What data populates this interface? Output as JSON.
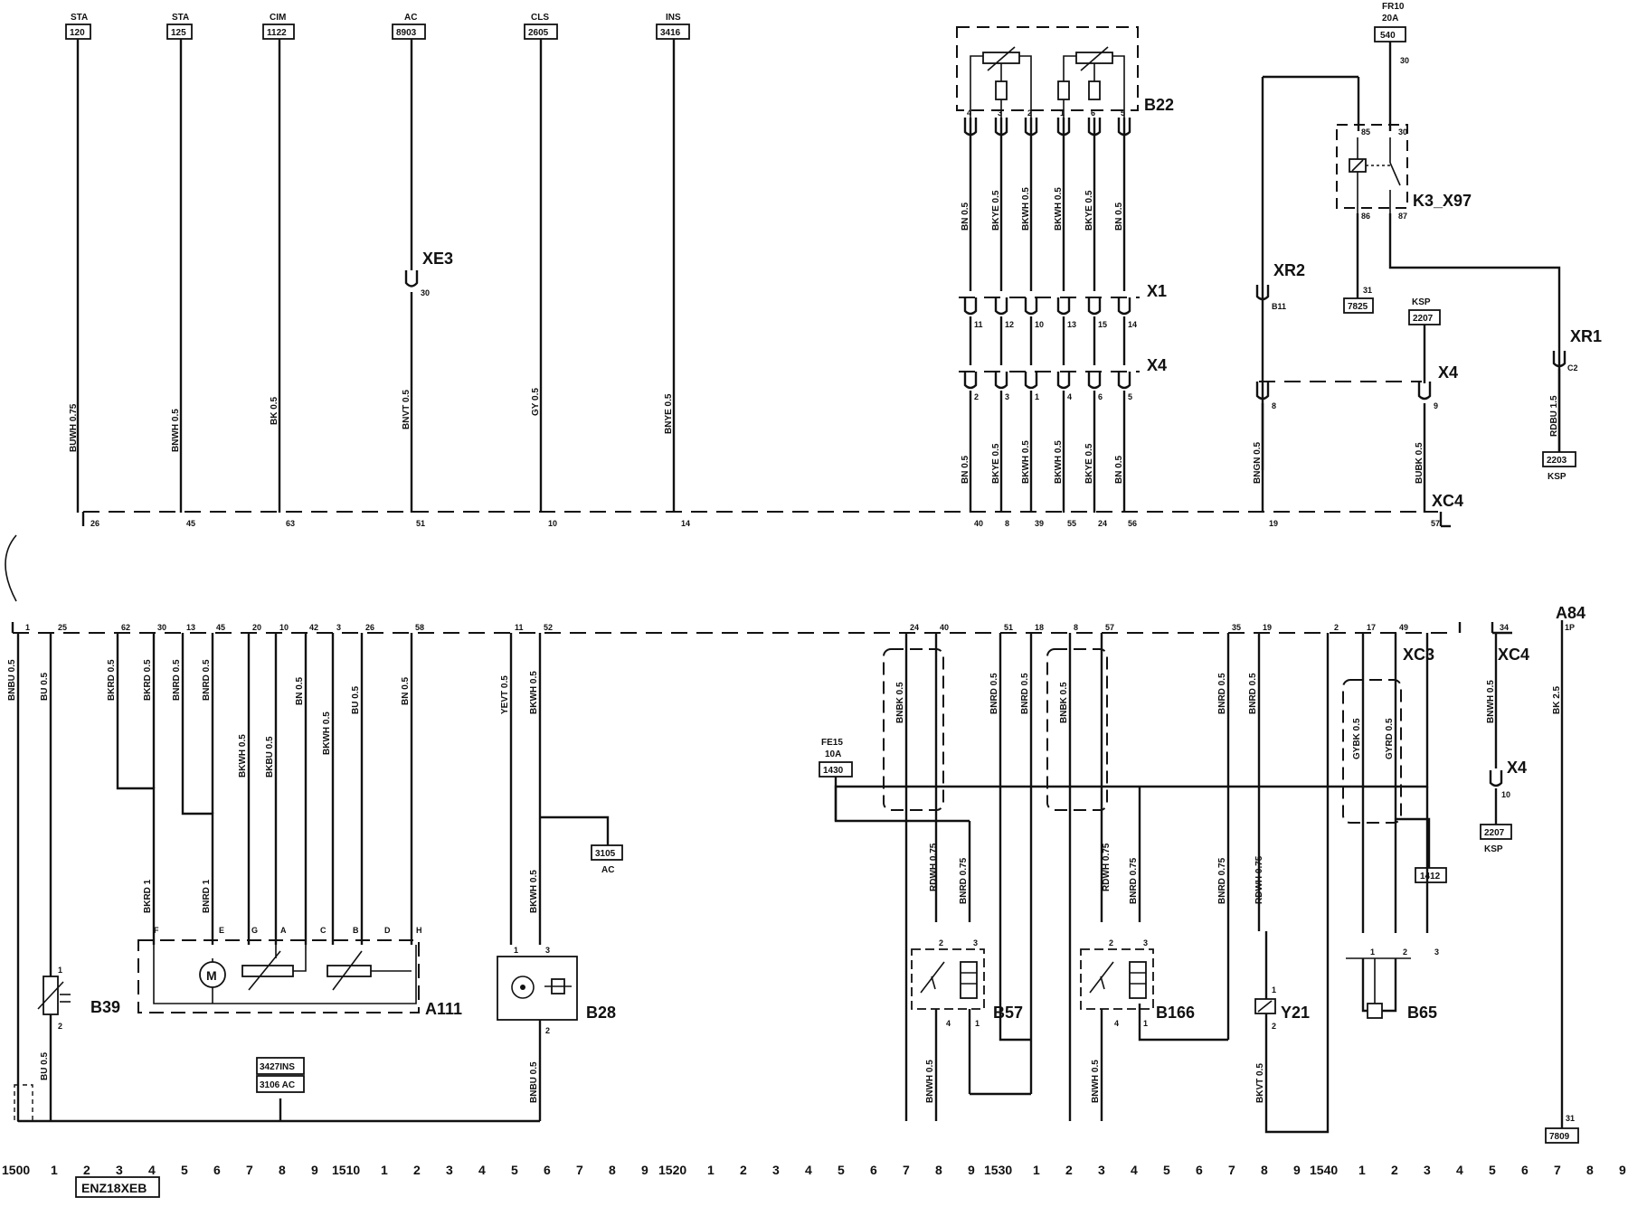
{
  "top_refs": [
    {
      "name": "STA",
      "code": "120",
      "pin": "26",
      "wire": "BUWH 0.75"
    },
    {
      "name": "STA",
      "code": "125",
      "pin": "45",
      "wire": "BNWH 0.5"
    },
    {
      "name": "CIM",
      "code": "1122",
      "pin": "63",
      "wire": "BK 0.5"
    },
    {
      "name": "AC",
      "code": "8903",
      "pin": "51",
      "wire": "BNVT 0.5"
    },
    {
      "name": "CLS",
      "code": "2605",
      "pin": "10",
      "wire": "GY 0.5"
    },
    {
      "name": "INS",
      "code": "3416",
      "pin": "14",
      "wire": "BNYE 0.5"
    }
  ],
  "xe3": {
    "label": "XE3",
    "pin": "30"
  },
  "b22": {
    "label": "B22",
    "pins_top": [
      "4",
      "3",
      "2",
      "1",
      "6",
      "5"
    ]
  },
  "x1": {
    "label": "X1",
    "pins": [
      "11",
      "12",
      "10",
      "13",
      "15",
      "14"
    ]
  },
  "x4a": {
    "label": "X4",
    "pins": [
      "2",
      "3",
      "1",
      "4",
      "6",
      "5"
    ]
  },
  "b22_wires_top": [
    "BN 0.5",
    "BKYE 0.5",
    "BKWH 0.5",
    "BKWH 0.5",
    "BKYE 0.5",
    "BN 0.5"
  ],
  "b22_wires_mid": [
    "BN 0.5",
    "BKYE 0.5",
    "BKWH 0.5",
    "BKWH 0.5",
    "BKYE 0.5",
    "BN 0.5"
  ],
  "xc4_pins_top": [
    "40",
    "8",
    "39",
    "55",
    "24",
    "56"
  ],
  "fr10": {
    "label": "FR10",
    "rating": "20A",
    "code": "540",
    "pin": "30"
  },
  "k3": {
    "label": "K3_X97",
    "p85": "85",
    "p30": "30",
    "p86": "86",
    "p87": "87",
    "p31": "31",
    "code": "7825"
  },
  "xr2": {
    "label": "XR2",
    "pin": "B11"
  },
  "ksp_top": {
    "code": "2207",
    "name": "KSP"
  },
  "x4b": {
    "label": "X4",
    "pin8": "8",
    "pin9": "9",
    "wire_left": "BNGN 0.5",
    "wire_right": "BUBK 0.5",
    "xc4_left": "19",
    "xc4_right": "57"
  },
  "xr1": {
    "label": "XR1",
    "pin": "C2",
    "wire": "RDBU 1.5",
    "code": "2203",
    "name": "KSP"
  },
  "xc4_label": "XC4",
  "a84": {
    "label": "A84",
    "pin": "1P",
    "wire": "BK 2.5",
    "ground_pin": "31",
    "ground_code": "7809"
  },
  "xc3_label": "XC3",
  "xc4b": {
    "label": "XC4",
    "pin": "34",
    "wire": "BNWH 0.5",
    "x4": "X4",
    "x4pin": "10",
    "code": "2207",
    "name": "KSP"
  },
  "lower_pins": [
    "1",
    "25",
    "62",
    "30",
    "13",
    "45",
    "20",
    "10",
    "42",
    "3",
    "26",
    "58",
    "11",
    "52",
    "24",
    "40",
    "51",
    "18",
    "8",
    "57",
    "35",
    "19",
    "2",
    "17",
    "49"
  ],
  "lower_wires": {
    "w1": "BNBU 0.5",
    "w25": "BU 0.5",
    "w62": "BKRD 0.5",
    "w30": "BKRD 0.5",
    "w13": "BNRD 0.5",
    "w45": "BNRD 0.5",
    "w20": "BKWH 0.5",
    "w10": "BKBU 0.5",
    "w42": "BN 0.5",
    "w3": "BKWH 0.5",
    "w26": "BU 0.5",
    "w58": "BN 0.5",
    "w11": "YEVT 0.5",
    "w52": "BKWH 0.5",
    "w24": "BNBK 0.5",
    "w51": "BNRD 0.5",
    "w18": "BNRD 0.5",
    "w8": "BNBK 0.5",
    "w35": "BNRD 0.5",
    "w19": "BNRD 0.5",
    "w17a": "GYBK 0.5",
    "w17b": "GYRD 0.5",
    "bkrd1": "BKRD 1",
    "bnrd1": "BNRD 1",
    "bu05": "BU 0.5",
    "bkwh05": "BKWH 0.5",
    "bnbu05": "BNBU 0.5",
    "rdwh_a": "RDWH 0.75",
    "bnrd_a": "BNRD 0.75",
    "rdwh_b": "RDWH 0.75",
    "bnrd_b": "BNRD 0.75",
    "rdwh_c": "RDWH 0.75",
    "bnwh_a": "BNWH 0.5",
    "bnwh_b": "BNWH 0.5",
    "bkvt": "BKVT 0.5"
  },
  "a111": {
    "label": "A111",
    "pins": [
      "F",
      "E",
      "G",
      "A",
      "C",
      "B",
      "D",
      "H"
    ]
  },
  "b39": {
    "label": "B39",
    "p1": "1",
    "p2": "2"
  },
  "b28": {
    "label": "B28",
    "p1": "1",
    "p3": "3",
    "p2": "2"
  },
  "ac_ref": {
    "code": "3105",
    "name": "AC"
  },
  "ins_ref": {
    "line1": "3427INS",
    "line2": "3106 AC"
  },
  "fe15": {
    "label": "FE15",
    "rating": "10A",
    "code": "1430"
  },
  "b57": {
    "label": "B57",
    "p2": "2",
    "p3": "3",
    "p4": "4",
    "p1": "1"
  },
  "b166": {
    "label": "B166",
    "p2": "2",
    "p3": "3",
    "p4": "4",
    "p1": "1"
  },
  "y21": {
    "label": "Y21",
    "p1": "1",
    "p2": "2"
  },
  "b65": {
    "label": "B65",
    "p1": "1",
    "p2": "2",
    "p3": "3"
  },
  "ref1412": "1412",
  "footer": {
    "g1500": "1500",
    "g1510": "1510",
    "g1520": "1520",
    "g1530": "1530",
    "g1540": "1540",
    "digits": [
      "1",
      "2",
      "3",
      "4",
      "5",
      "6",
      "7",
      "8",
      "9"
    ],
    "engine": "ENZ18XEB"
  }
}
